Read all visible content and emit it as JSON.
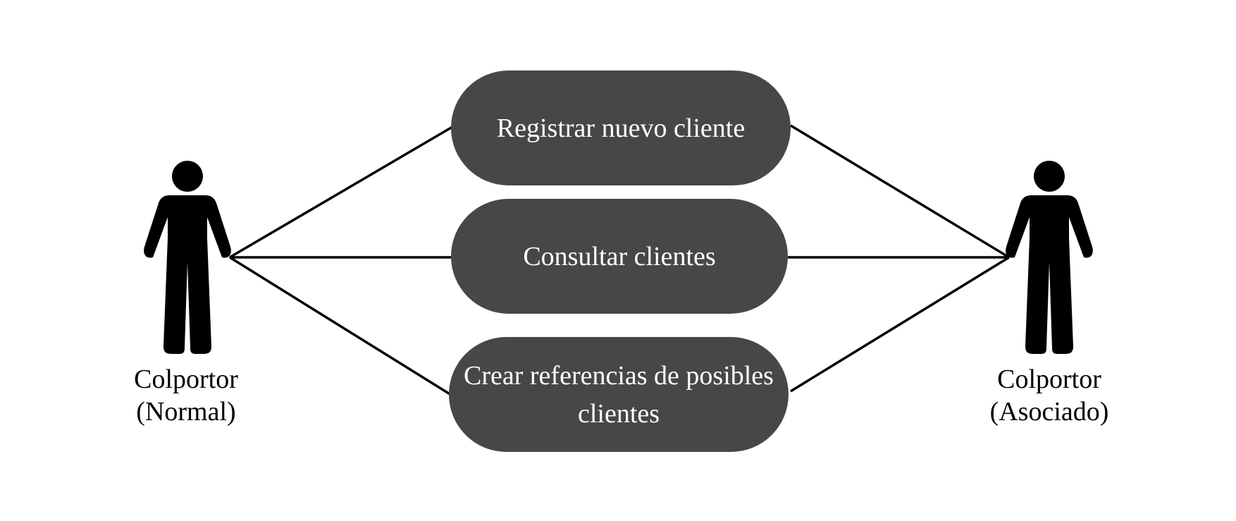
{
  "colors": {
    "usecase_fill": "#474747",
    "usecase_text": "#ffffff",
    "line": "#000000",
    "actor": "#000000",
    "background": "#ffffff"
  },
  "actors": [
    {
      "line1": "Colportor",
      "line2": "(Normal)",
      "icon": "person-icon"
    },
    {
      "line1": "Colportor",
      "line2": "(Asociado)",
      "icon": "person-icon"
    }
  ],
  "use_cases": [
    {
      "label": "Registrar nuevo cliente"
    },
    {
      "label": "Consultar clientes"
    },
    {
      "label": "Crear referencias de posibles clientes"
    }
  ]
}
